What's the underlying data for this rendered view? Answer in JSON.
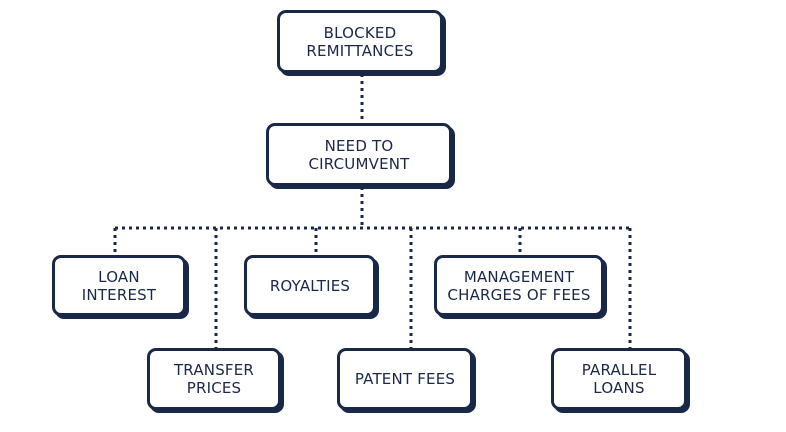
{
  "colors": {
    "ink": "#1a2848",
    "background": "#ffffff"
  },
  "nodes": {
    "root": {
      "lines": [
        "BLOCKED",
        "REMITTANCES"
      ]
    },
    "need": {
      "lines": [
        "NEED TO CIRCUMVENT"
      ]
    },
    "loan_interest": {
      "lines": [
        "LOAN INTEREST"
      ]
    },
    "royalties": {
      "lines": [
        "ROYALTIES"
      ]
    },
    "management": {
      "lines": [
        "MANAGEMENT",
        "CHARGES OF FEES"
      ]
    },
    "transfer_prices": {
      "lines": [
        "TRANSFER",
        "PRICES"
      ]
    },
    "patent_fees": {
      "lines": [
        "PATENT FEES"
      ]
    },
    "parallel_loans": {
      "lines": [
        "PARALLEL",
        "LOANS"
      ]
    }
  }
}
